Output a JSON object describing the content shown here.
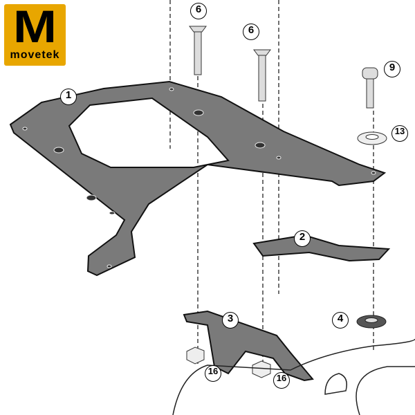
{
  "logo": {
    "letter": "M",
    "text": "movetek",
    "color": "#e8a600"
  },
  "callouts": [
    "1",
    "6",
    "6",
    "9",
    "13",
    "2",
    "3",
    "4",
    "16",
    "16"
  ],
  "colors": {
    "part_fill": "#7a7a7a",
    "outline": "#111111"
  }
}
